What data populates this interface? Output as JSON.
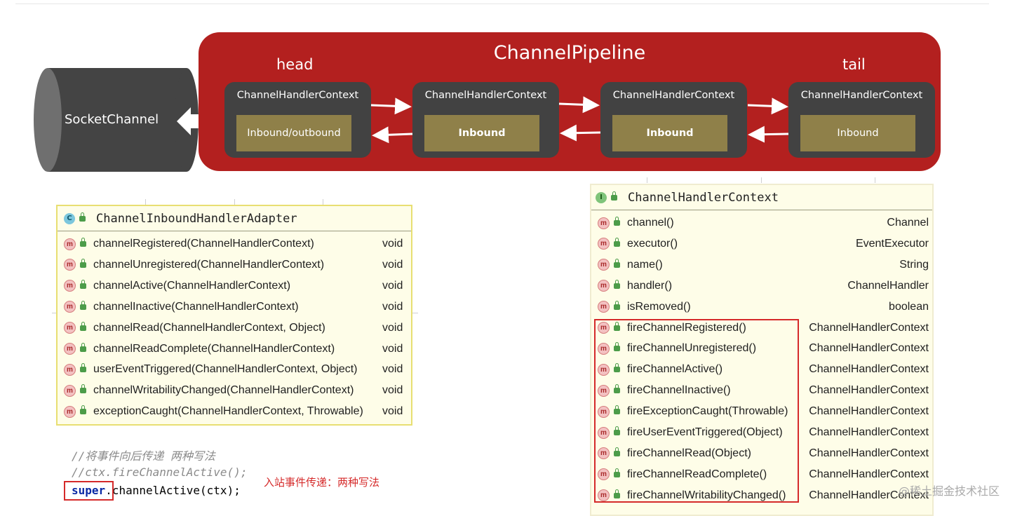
{
  "pipeline": {
    "title": "ChannelPipeline",
    "head_label": "head",
    "tail_label": "tail",
    "contexts": [
      {
        "title": "ChannelHandlerContext",
        "inner": "Inbound/outbound"
      },
      {
        "title": "ChannelHandlerContext",
        "inner": "Inbound"
      },
      {
        "title": "ChannelHandlerContext",
        "inner": "Inbound"
      },
      {
        "title": "ChannelHandlerContext",
        "inner": "Inbound"
      }
    ]
  },
  "socket": {
    "label": "SocketChannel"
  },
  "inbound_adapter": {
    "name": "ChannelInboundHandlerAdapter",
    "badge": "C",
    "methods": [
      {
        "name": "channelRegistered(ChannelHandlerContext)",
        "ret": "void"
      },
      {
        "name": "channelUnregistered(ChannelHandlerContext)",
        "ret": "void"
      },
      {
        "name": "channelActive(ChannelHandlerContext)",
        "ret": "void"
      },
      {
        "name": "channelInactive(ChannelHandlerContext)",
        "ret": "void"
      },
      {
        "name": "channelRead(ChannelHandlerContext, Object)",
        "ret": "void"
      },
      {
        "name": "channelReadComplete(ChannelHandlerContext)",
        "ret": "void"
      },
      {
        "name": "userEventTriggered(ChannelHandlerContext, Object)",
        "ret": "void"
      },
      {
        "name": "channelWritabilityChanged(ChannelHandlerContext)",
        "ret": "void"
      },
      {
        "name": "exceptionCaught(ChannelHandlerContext, Throwable)",
        "ret": "void"
      }
    ]
  },
  "handler_context": {
    "name": "ChannelHandlerContext",
    "badge": "I",
    "methods": [
      {
        "name": "channel()",
        "ret": "Channel"
      },
      {
        "name": "executor()",
        "ret": "EventExecutor"
      },
      {
        "name": "name()",
        "ret": "String"
      },
      {
        "name": "handler()",
        "ret": "ChannelHandler"
      },
      {
        "name": "isRemoved()",
        "ret": "boolean"
      },
      {
        "name": "fireChannelRegistered()",
        "ret": "ChannelHandlerContext"
      },
      {
        "name": "fireChannelUnregistered()",
        "ret": "ChannelHandlerContext"
      },
      {
        "name": "fireChannelActive()",
        "ret": "ChannelHandlerContext"
      },
      {
        "name": "fireChannelInactive()",
        "ret": "ChannelHandlerContext"
      },
      {
        "name": "fireExceptionCaught(Throwable)",
        "ret": "ChannelHandlerContext"
      },
      {
        "name": "fireUserEventTriggered(Object)",
        "ret": "ChannelHandlerContext"
      },
      {
        "name": "fireChannelRead(Object)",
        "ret": "ChannelHandlerContext"
      },
      {
        "name": "fireChannelReadComplete()",
        "ret": "ChannelHandlerContext"
      },
      {
        "name": "fireChannelWritabilityChanged()",
        "ret": "ChannelHandlerContext"
      }
    ]
  },
  "code": {
    "comment1": "//将事件向后传递 两种写法",
    "comment2": "//ctx.fireChannelActive();",
    "keyword": "super",
    "rest": ".channelActive(ctx);",
    "annotation": "入站事件传递：两种写法"
  },
  "footer": {
    "source": "@稀土掘金技术社区"
  },
  "colors": {
    "pipeline_bg": "#b3201f",
    "context_bg": "#424242",
    "inner_bg": "#8f8049",
    "highlight": "#d52a2a"
  }
}
